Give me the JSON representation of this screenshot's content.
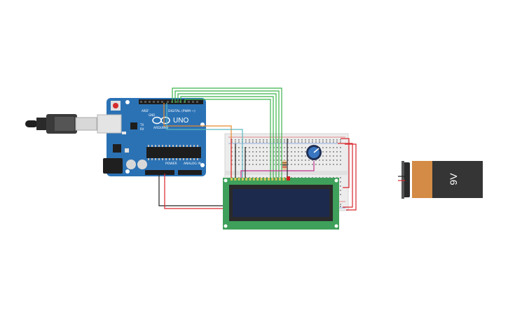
{
  "arduino": {
    "brand": "ARDUINO",
    "model": "UNO",
    "digital_label": "DIGITAL (PWM ~)",
    "power_label": "POWER",
    "analog_label": "ANALOG IN",
    "tx_label": "TX",
    "rx_label": "RX",
    "aref_label": "AREF",
    "gnd_label": "GND"
  },
  "battery": {
    "label": "9V",
    "plus_symbol": "+",
    "minus_symbol": "−"
  },
  "colors": {
    "arduino_blue": "#2b72b5",
    "lcd_green": "#3ea05a",
    "lcd_screen": "#1c2a4e",
    "battery_orange": "#d38b45",
    "battery_dark": "#353535",
    "wire_green": "#3bb34a",
    "wire_orange": "#e8892a",
    "wire_teal": "#5bb8c0",
    "wire_red": "#d9262c",
    "wire_black": "#222222",
    "wire_magenta": "#c3338a"
  }
}
